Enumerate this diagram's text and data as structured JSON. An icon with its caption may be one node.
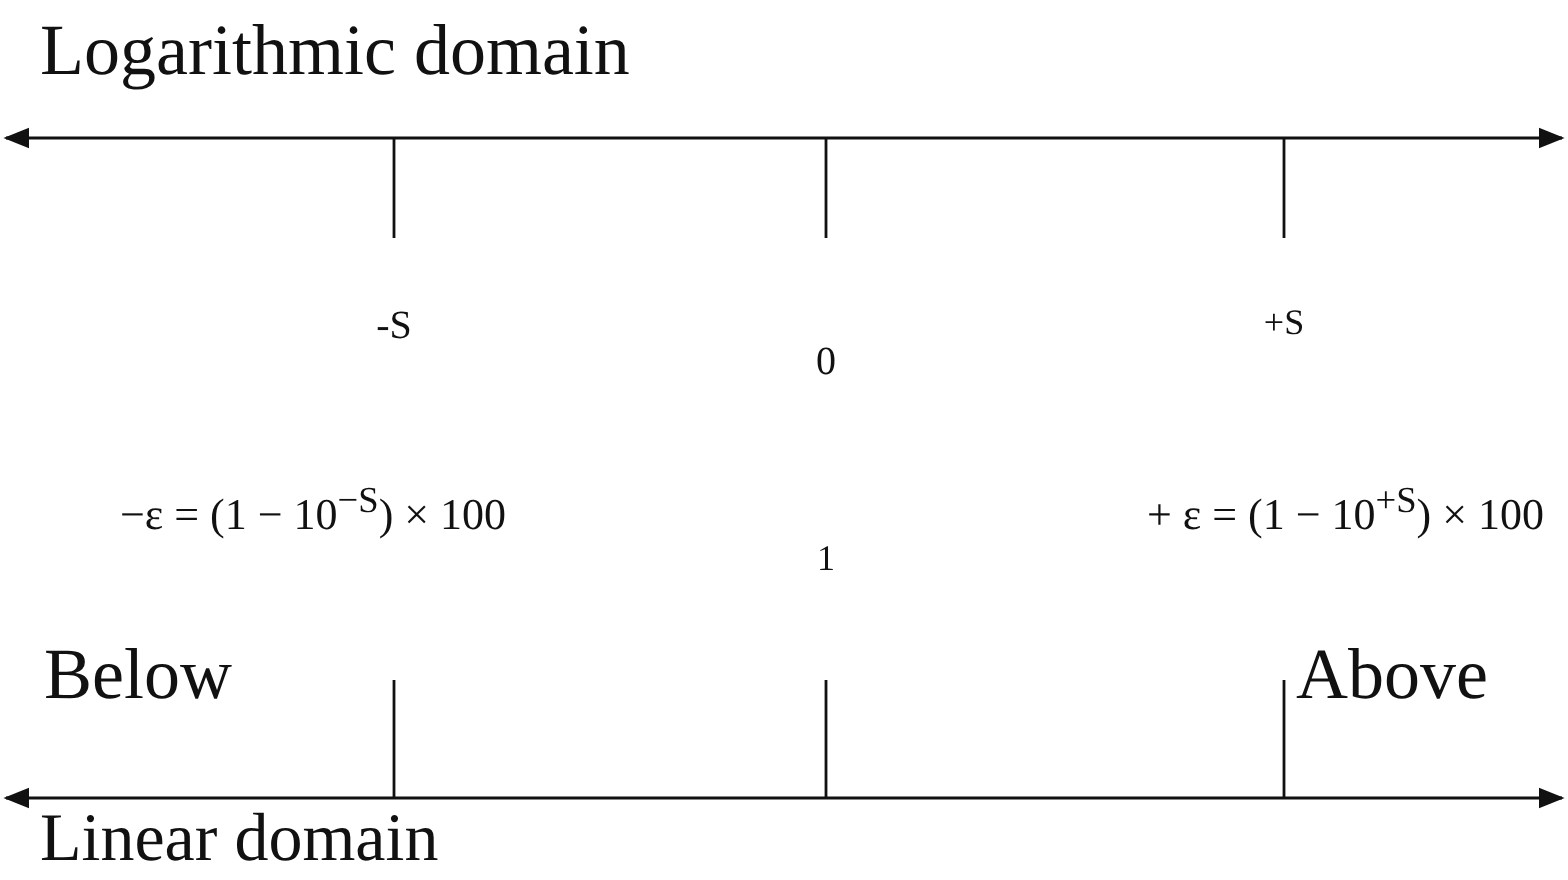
{
  "diagram": {
    "labels": [
      "Logarithmic domain",
      "-S",
      "0",
      "+S",
      "−ε = (1 − 10$^{−S}$) × 100",
      "1",
      "+ ε = (1 − 10$^{+S}$) × 100",
      "Below",
      "Above",
      "Linear domain"
    ]
  }
}
